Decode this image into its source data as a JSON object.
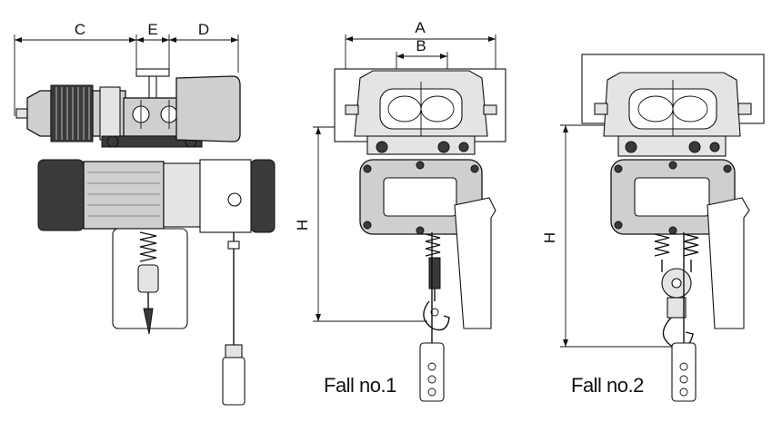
{
  "dimensions": {
    "side_view": {
      "c": "C",
      "e": "E",
      "d": "D"
    },
    "fall1": {
      "a": "A",
      "b": "B",
      "h": "H"
    },
    "fall2": {
      "h": "H"
    }
  },
  "captions": {
    "fall1": "Fall no.1",
    "fall2": "Fall no.2"
  },
  "colors": {
    "line": "#111111",
    "body_fill": "#cfcfcf",
    "dark_fill": "#3a3a3a"
  }
}
